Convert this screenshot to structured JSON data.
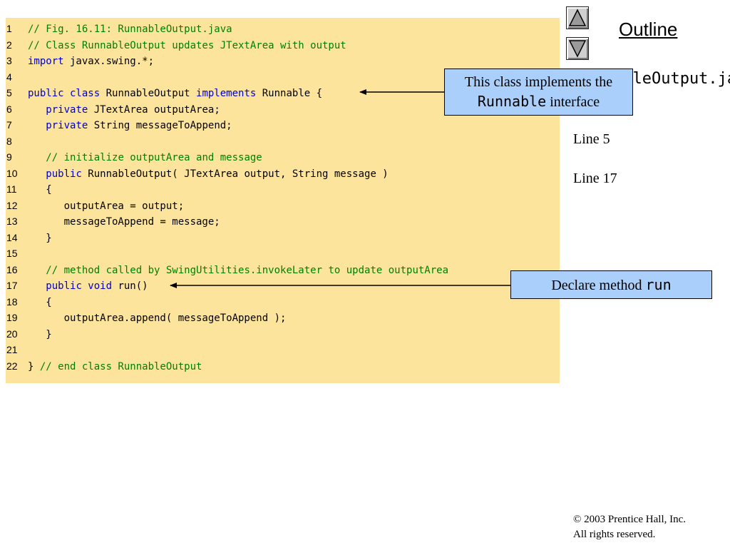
{
  "code": {
    "lines": [
      {
        "n": "1",
        "tokens": [
          {
            "t": "// Fig. 16.11: RunnableOutput.java",
            "c": "c"
          }
        ]
      },
      {
        "n": "2",
        "tokens": [
          {
            "t": "// Class RunnableOutput updates JTextArea with output",
            "c": "c"
          }
        ]
      },
      {
        "n": "3",
        "tokens": [
          {
            "t": "import",
            "c": "k"
          },
          {
            "t": " javax.swing.*;",
            "c": ""
          }
        ]
      },
      {
        "n": "4",
        "tokens": []
      },
      {
        "n": "5",
        "tokens": [
          {
            "t": "public class",
            "c": "k"
          },
          {
            "t": " RunnableOutput ",
            "c": ""
          },
          {
            "t": "implements",
            "c": "k"
          },
          {
            "t": " Runnable {",
            "c": ""
          }
        ]
      },
      {
        "n": "6",
        "tokens": [
          {
            "t": "   ",
            "c": ""
          },
          {
            "t": "private",
            "c": "k"
          },
          {
            "t": " JTextArea outputArea;",
            "c": ""
          }
        ]
      },
      {
        "n": "7",
        "tokens": [
          {
            "t": "   ",
            "c": ""
          },
          {
            "t": "private",
            "c": "k"
          },
          {
            "t": " String messageToAppend;",
            "c": ""
          }
        ]
      },
      {
        "n": "8",
        "tokens": []
      },
      {
        "n": "9",
        "tokens": [
          {
            "t": "   ",
            "c": ""
          },
          {
            "t": "// initialize outputArea and message",
            "c": "c"
          }
        ]
      },
      {
        "n": "10",
        "tokens": [
          {
            "t": "   ",
            "c": ""
          },
          {
            "t": "public",
            "c": "k"
          },
          {
            "t": " RunnableOutput( JTextArea output, String message )",
            "c": ""
          }
        ]
      },
      {
        "n": "11",
        "tokens": [
          {
            "t": "   {",
            "c": ""
          }
        ]
      },
      {
        "n": "12",
        "tokens": [
          {
            "t": "      outputArea = output;",
            "c": ""
          }
        ]
      },
      {
        "n": "13",
        "tokens": [
          {
            "t": "      messageToAppend = message;",
            "c": ""
          }
        ]
      },
      {
        "n": "14",
        "tokens": [
          {
            "t": "   }",
            "c": ""
          }
        ]
      },
      {
        "n": "15",
        "tokens": []
      },
      {
        "n": "16",
        "tokens": [
          {
            "t": "   ",
            "c": ""
          },
          {
            "t": "// method called by SwingUtilities.invokeLater to update outputArea",
            "c": "c"
          }
        ]
      },
      {
        "n": "17",
        "tokens": [
          {
            "t": "   ",
            "c": ""
          },
          {
            "t": "public void",
            "c": "k"
          },
          {
            "t": " run()",
            "c": ""
          }
        ]
      },
      {
        "n": "18",
        "tokens": [
          {
            "t": "   {",
            "c": ""
          }
        ]
      },
      {
        "n": "19",
        "tokens": [
          {
            "t": "      outputArea.append( messageToAppend );",
            "c": ""
          }
        ]
      },
      {
        "n": "20",
        "tokens": [
          {
            "t": "   }",
            "c": ""
          }
        ]
      },
      {
        "n": "21",
        "tokens": []
      },
      {
        "n": "22",
        "tokens": [
          {
            "t": "} ",
            "c": ""
          },
          {
            "t": "// end class RunnableOutput",
            "c": "c"
          }
        ]
      }
    ]
  },
  "sidebar": {
    "outline_title": "Outline",
    "file_name": "RunnableOutput.java",
    "notes": [
      "Line 5",
      "Line 17"
    ]
  },
  "callouts": {
    "runnable": {
      "text1": "This class implements the",
      "mono": "Runnable",
      "text2": " interface"
    },
    "run": {
      "text1": "Declare method ",
      "mono": "run"
    }
  },
  "footer": {
    "copyright_symbol": "©",
    "copyright_line1": " 2003 Prentice Hall, Inc.",
    "copyright_line2": "All rights reserved."
  },
  "nav": {
    "up_icon": "triangle-up-icon",
    "down_icon": "triangle-down-icon"
  },
  "colors": {
    "code_background": "#fde49c",
    "keyword": "#0000cc",
    "comment": "#008000",
    "callout_background": "#a9cffa"
  }
}
